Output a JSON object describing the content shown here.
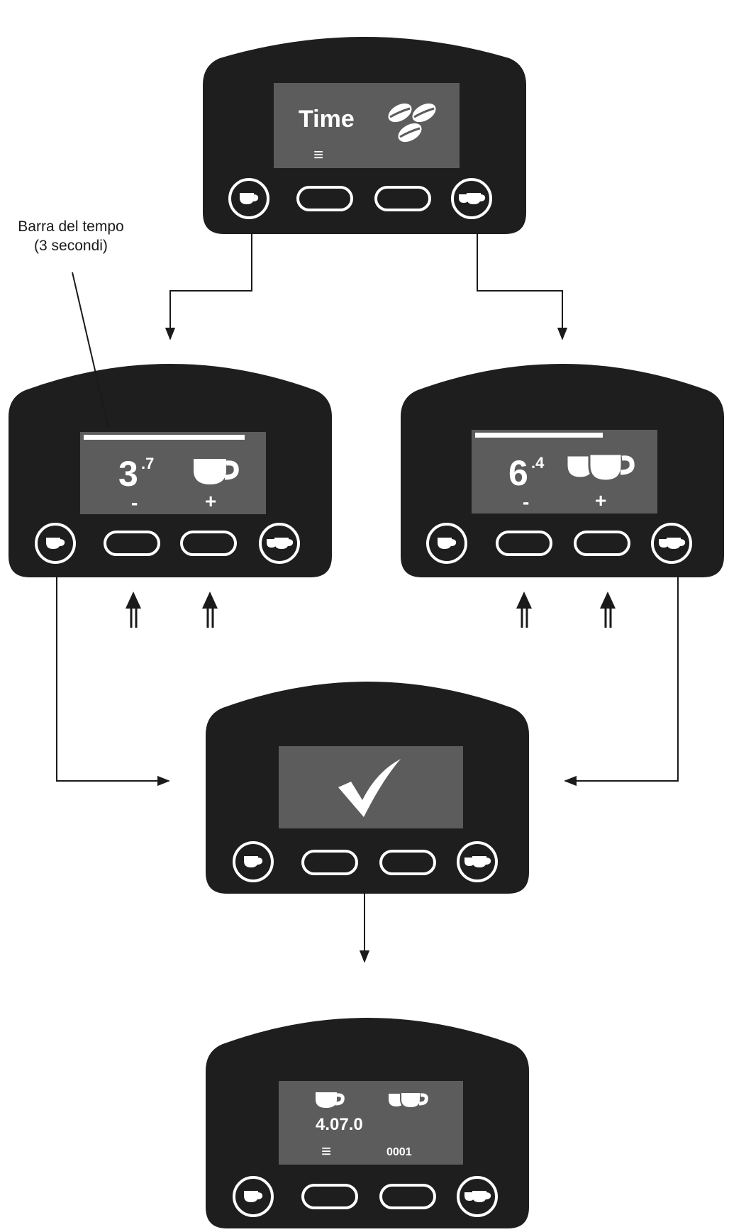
{
  "annotation": {
    "line1": "Barra del tempo",
    "line2": "(3 secondi)"
  },
  "screens": {
    "start": {
      "title": "Time",
      "icon": "coffee-beans-icon",
      "menu_glyph": "≡"
    },
    "single": {
      "value_int": "3",
      "value_dec": ".7",
      "minus": "-",
      "plus": "+",
      "icon": "single-cup-icon"
    },
    "double": {
      "value_int": "6",
      "value_dec": ".4",
      "minus": "-",
      "plus": "+",
      "icon": "double-cup-icon"
    },
    "confirm": {
      "icon": "checkmark-icon"
    },
    "result": {
      "version": "4.07.0",
      "counter": "0001",
      "menu_glyph": "≡"
    }
  },
  "colors": {
    "panel": "#1e1e1e",
    "screen": "#5c5c5c",
    "foreground": "#ffffff",
    "arrow": "#1a1a1a"
  }
}
